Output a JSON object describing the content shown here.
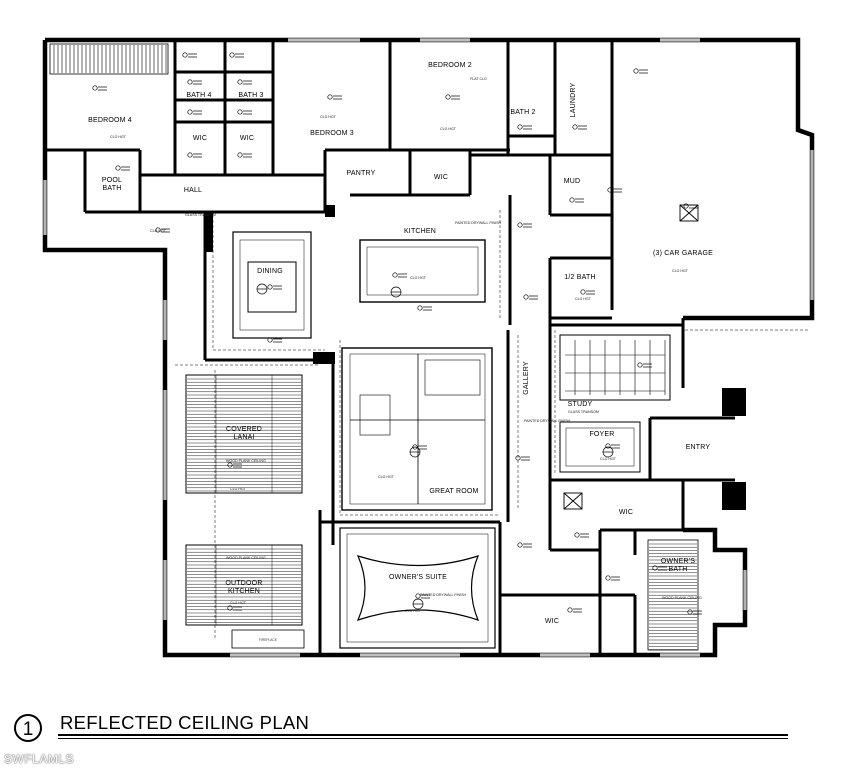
{
  "drawing": {
    "title_number": "1",
    "title": "REFLECTED CEILING PLAN",
    "watermark": "SWFLAMLS"
  },
  "rooms": {
    "bedroom_4": "BEDROOM 4",
    "bath_4": "BATH 4",
    "bath_3": "BATH 3",
    "wic_a": "WIC",
    "wic_b": "WIC",
    "bedroom_3": "BEDROOM 3",
    "bedroom_2": "BEDROOM 2",
    "bath_2": "BATH 2",
    "laundry": "LAUNDRY",
    "pool_bath": "POOL\nBATH",
    "hall": "HALL",
    "pantry": "PANTRY",
    "wic_c": "WIC",
    "mud": "MUD",
    "kitchen": "KITCHEN",
    "dining": "DINING",
    "garage": "(3) CAR GARAGE",
    "half_bath": "1/2 BATH",
    "gallery": "GALLERY",
    "study": "STUDY",
    "covered_lanai": "COVERED\nLANAI",
    "great_room": "GREAT ROOM",
    "foyer": "FOYER",
    "entry": "ENTRY",
    "wic_d": "WIC",
    "owners_suite": "OWNER'S SUITE",
    "owners_bath": "OWNER'S\nBATH",
    "outdoor_kitchen": "OUTDOOR\nKITCHEN",
    "wic_e": "WIC",
    "fireplace": "FIREPLACE"
  },
  "notes": {
    "clg_ht": "CLG HGT",
    "glass_transom": "GLASS TRANSOM",
    "painted_drywall_finish": "PAINTED DRYWALL FINISH",
    "wood_plank_ceiling": "WOOD PLANK CEILING",
    "flat_clg": "FLAT CLG"
  }
}
